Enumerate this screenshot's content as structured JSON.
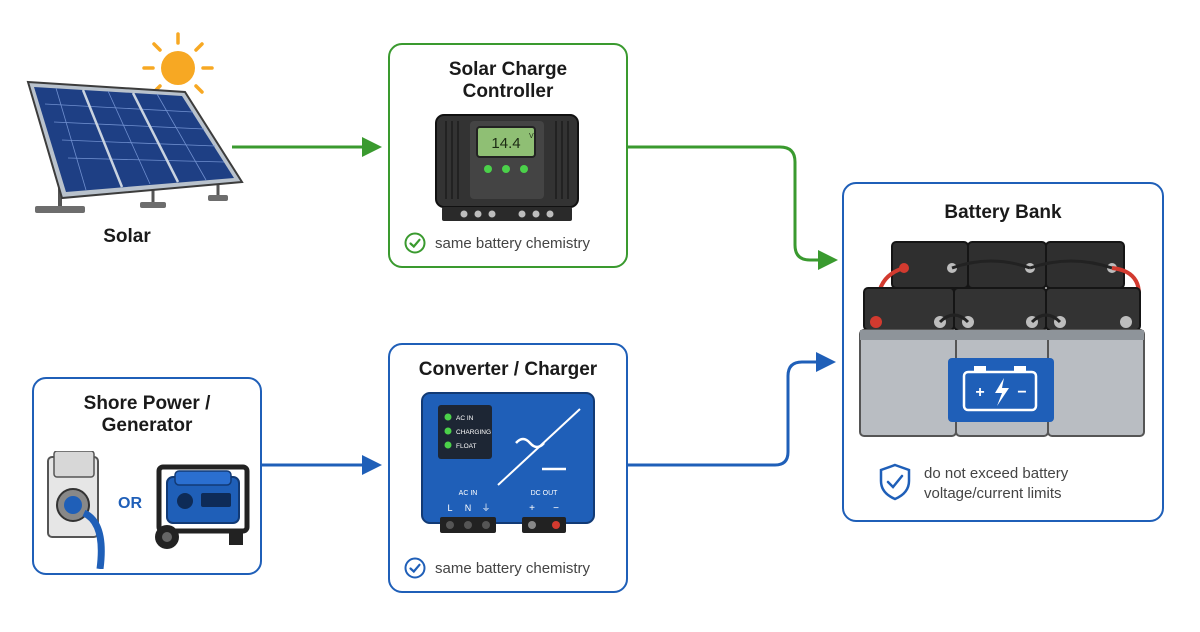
{
  "solar": {
    "label": "Solar"
  },
  "charge_controller": {
    "title_line1": "Solar Charge",
    "title_line2": "Controller",
    "display": "14.4",
    "display_unit": "V",
    "note": "same battery chemistry"
  },
  "shore": {
    "title_line1": "Shore Power /",
    "title_line2": "Generator",
    "or_label": "OR"
  },
  "converter": {
    "title": "Converter / Charger",
    "leds": [
      "AC IN",
      "CHARGING",
      "FLOAT"
    ],
    "ac_in_label": "AC IN",
    "dc_out_label": "DC OUT",
    "ac_terminals": [
      "L",
      "N",
      "⏚"
    ],
    "dc_terminals": [
      "+",
      "−"
    ],
    "note": "same battery chemistry"
  },
  "battery": {
    "title": "Battery Bank",
    "note_line1": "do not exceed battery",
    "note_line2": "voltage/current limits"
  },
  "colors": {
    "green": "#3a9a2f",
    "blue": "#1f5fb8"
  }
}
